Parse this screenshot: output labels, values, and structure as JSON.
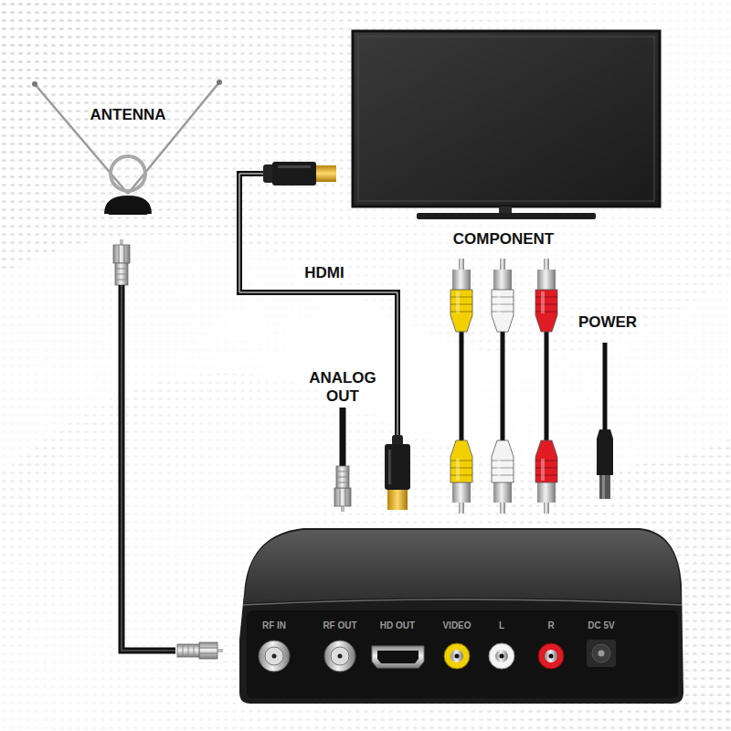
{
  "diagram": {
    "labels": [
      "ANTENNA",
      "HDMI",
      "COMPONENT",
      "POWER",
      "ANALOG OUT",
      "RF IN",
      "RF OUT",
      "HD OUT",
      "VIDEO",
      "L",
      "R",
      "DC 5V"
    ]
  }
}
